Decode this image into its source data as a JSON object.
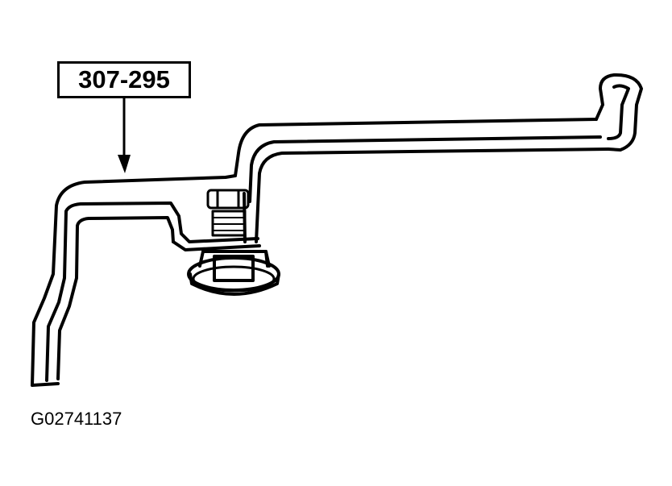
{
  "diagram": {
    "callout": {
      "label": "307-295"
    },
    "figure_id": "G02741137",
    "components": [
      {
        "name": "special-tool-wrench",
        "description": "offset holding tool bar"
      },
      {
        "name": "bolt",
        "description": "hex bolt through tool"
      },
      {
        "name": "flange-nut",
        "description": "hex flange nut below tool"
      }
    ],
    "colors": {
      "line": "#000000",
      "background": "#ffffff"
    }
  }
}
